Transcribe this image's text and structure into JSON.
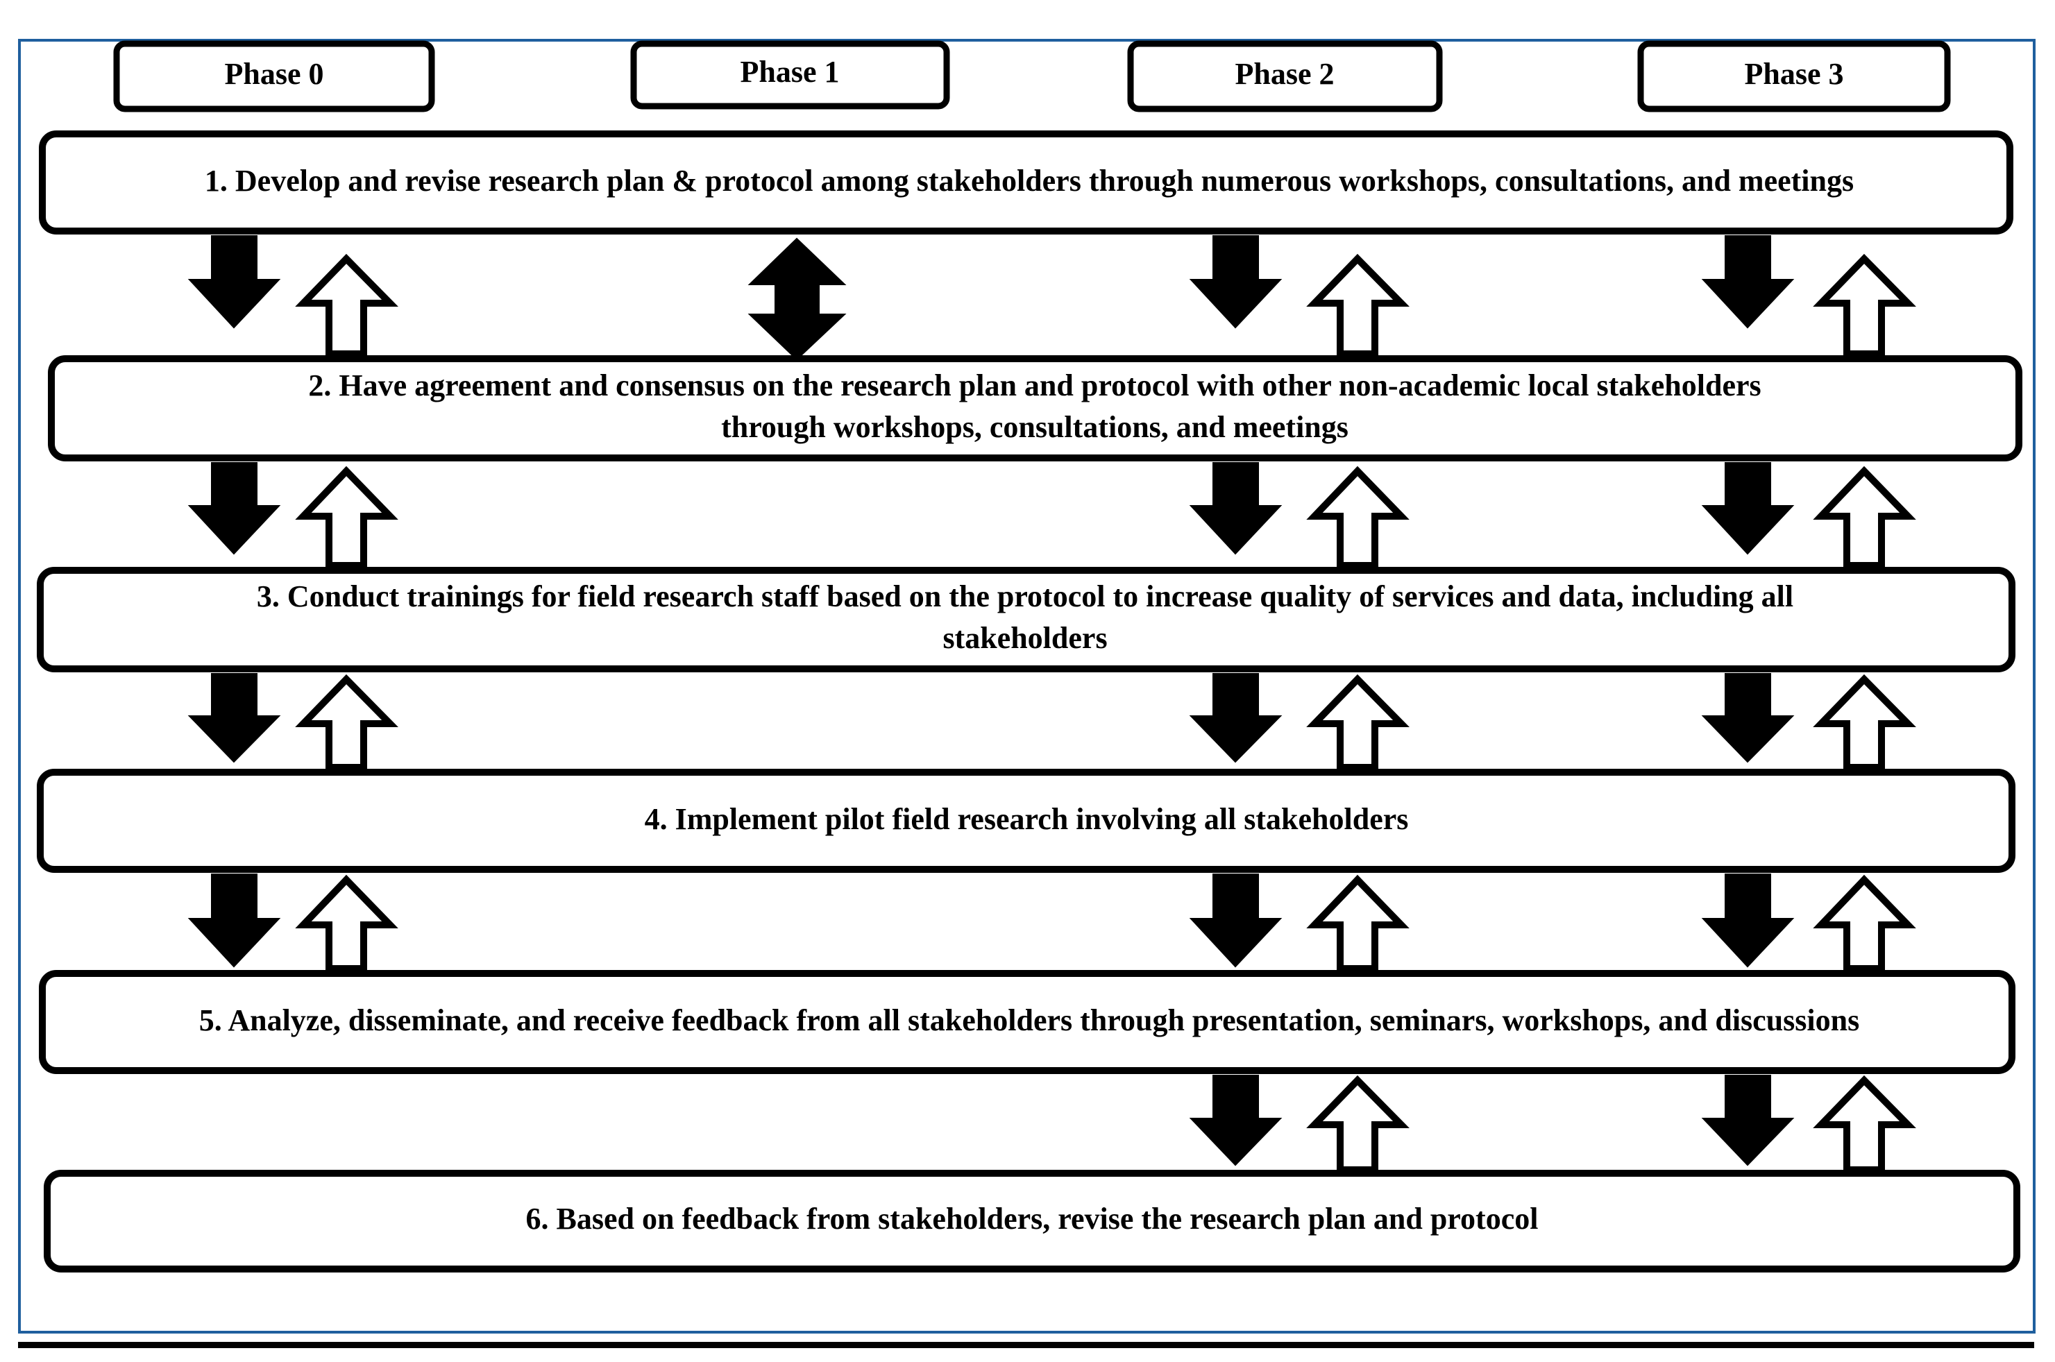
{
  "phases": [
    "Phase 0",
    "Phase 1",
    "Phase 2",
    "Phase 3"
  ],
  "steps": [
    {
      "lines": [
        "1. Develop and revise research plan & protocol among stakeholders through numerous workshops, consultations, and meetings"
      ]
    },
    {
      "lines": [
        "2. Have agreement and consensus on the research plan and protocol with other non-academic local stakeholders",
        "through workshops, consultations, and meetings"
      ]
    },
    {
      "lines": [
        "3. Conduct trainings for field research staff based on the protocol to increase quality of services and data, including all",
        "stakeholders"
      ]
    },
    {
      "lines": [
        "4. Implement pilot field research involving all stakeholders"
      ]
    },
    {
      "lines": [
        "5. Analyze, disseminate, and receive feedback from all stakeholders through presentation, seminars, workshops, and discussions"
      ]
    },
    {
      "lines": [
        "6. Based on feedback from stakeholders, revise the research plan and protocol"
      ]
    }
  ],
  "connectors": [
    {
      "between_steps": [
        1,
        2
      ],
      "phases": [
        "Phase 0",
        "Phase 1",
        "Phase 2",
        "Phase 3"
      ]
    },
    {
      "between_steps": [
        2,
        3
      ],
      "phases": [
        "Phase 0",
        "Phase 2",
        "Phase 3"
      ]
    },
    {
      "between_steps": [
        3,
        4
      ],
      "phases": [
        "Phase 0",
        "Phase 2",
        "Phase 3"
      ]
    },
    {
      "between_steps": [
        4,
        5
      ],
      "phases": [
        "Phase 0",
        "Phase 2",
        "Phase 3"
      ]
    },
    {
      "between_steps": [
        5,
        6
      ],
      "phases": [
        "Phase 2",
        "Phase 3"
      ]
    }
  ],
  "colors": {
    "frame": "#1f5f9e",
    "stroke": "#000000",
    "fill": "#ffffff"
  }
}
